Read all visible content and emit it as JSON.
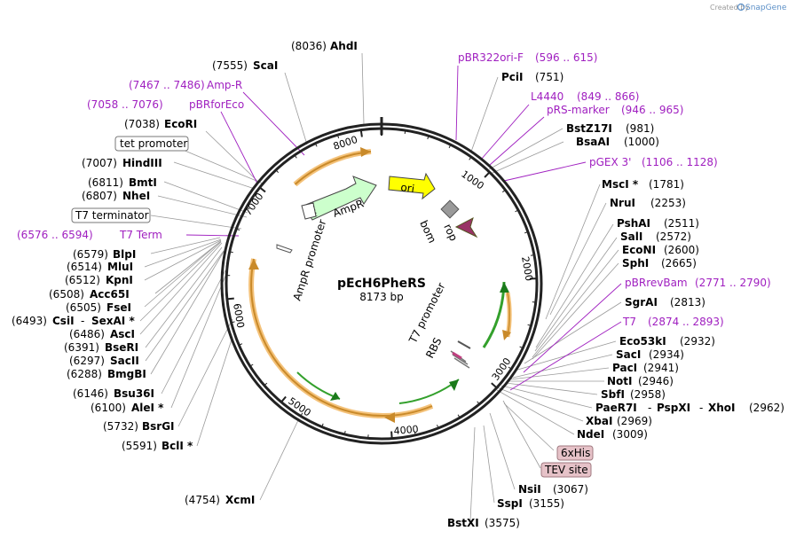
{
  "credit": {
    "prefix": "Created by",
    "brand": "SnapGene"
  },
  "plasmid": {
    "name": "pEcH6PheRS",
    "size": "8173 bp",
    "length": 8173
  },
  "ticks": [
    "1000",
    "2000",
    "3000",
    "4000",
    "5000",
    "6000",
    "7000",
    "8000"
  ],
  "features": [
    {
      "name": "ori",
      "color": "#ffff00"
    },
    {
      "name": "AmpR",
      "color": "#ccffcc"
    },
    {
      "name": "AmpR promoter",
      "color": "#ffffff"
    },
    {
      "name": "bom",
      "color": "#9a9a9a"
    },
    {
      "name": "rop",
      "color": "#993366"
    },
    {
      "name": "T7 promoter",
      "color": "#ffffff"
    },
    {
      "name": "RBS",
      "color": "#ffffff"
    }
  ],
  "labels": {
    "enzymes": [
      {
        "name": "AhdI",
        "pos": "(8036)"
      },
      {
        "name": "ScaI",
        "pos": "(7555)"
      },
      {
        "name": "EcoRI",
        "pos": "(7038)"
      },
      {
        "name": "HindIII",
        "pos": "(7007)"
      },
      {
        "name": "BmtI",
        "pos": "(6811)"
      },
      {
        "name": "NheI",
        "pos": "(6807)"
      },
      {
        "name": "BlpI",
        "pos": "(6579)"
      },
      {
        "name": "MluI",
        "pos": "(6514)"
      },
      {
        "name": "KpnI",
        "pos": "(6512)"
      },
      {
        "name": "Acc65I",
        "pos": "(6508)"
      },
      {
        "name": "FseI",
        "pos": "(6505)"
      },
      {
        "name": "CsiI",
        "pos": "(6493)",
        "extra": "SexAI *"
      },
      {
        "name": "AscI",
        "pos": "(6486)"
      },
      {
        "name": "BseRI",
        "pos": "(6391)"
      },
      {
        "name": "SacII",
        "pos": "(6297)"
      },
      {
        "name": "BmgBI",
        "pos": "(6288)"
      },
      {
        "name": "Bsu36I",
        "pos": "(6146)"
      },
      {
        "name": "AleI *",
        "pos": "(6100)"
      },
      {
        "name": "BsrGI",
        "pos": "(5732)"
      },
      {
        "name": "BclI *",
        "pos": "(5591)"
      },
      {
        "name": "XcmI",
        "pos": "(4754)"
      },
      {
        "name": "BstXI",
        "pos": "(3575)"
      },
      {
        "name": "SspI",
        "pos": "(3155)"
      },
      {
        "name": "NsiI",
        "pos": "(3067)"
      },
      {
        "name": "NdeI",
        "pos": "(3009)"
      },
      {
        "name": "XbaI",
        "pos": "(2969)"
      },
      {
        "name": "PaeR7I",
        "pos": "(2962)",
        "extra": "PspXI",
        "extra2": "XhoI"
      },
      {
        "name": "SbfI",
        "pos": "(2958)"
      },
      {
        "name": "NotI",
        "pos": "(2946)"
      },
      {
        "name": "PacI",
        "pos": "(2941)"
      },
      {
        "name": "SacI",
        "pos": "(2934)"
      },
      {
        "name": "Eco53kI",
        "pos": "(2932)"
      },
      {
        "name": "SgrAI",
        "pos": "(2813)"
      },
      {
        "name": "SphI",
        "pos": "(2665)"
      },
      {
        "name": "EcoNI",
        "pos": "(2600)"
      },
      {
        "name": "SalI",
        "pos": "(2572)"
      },
      {
        "name": "PshAI",
        "pos": "(2511)"
      },
      {
        "name": "NruI",
        "pos": "(2253)"
      },
      {
        "name": "MscI *",
        "pos": "(1781)"
      },
      {
        "name": "BsaAI",
        "pos": "(1000)"
      },
      {
        "name": "BstZ17I",
        "pos": "(981)"
      },
      {
        "name": "PciI",
        "pos": "(751)"
      }
    ],
    "primers": [
      {
        "name": "Amp-R",
        "pos": "(7467 .. 7486)"
      },
      {
        "name": "pBRforEco",
        "pos": "(7058 .. 7076)"
      },
      {
        "name": "T7 Term",
        "pos": "(6576 .. 6594)"
      },
      {
        "name": "pBR322ori-F",
        "pos": "(596 .. 615)"
      },
      {
        "name": "L4440",
        "pos": "(849 .. 866)"
      },
      {
        "name": "pRS-marker",
        "pos": "(946 .. 965)"
      },
      {
        "name": "pGEX 3'",
        "pos": "(1106 .. 1128)"
      },
      {
        "name": "pBRrevBam",
        "pos": "(2771 .. 2790)"
      },
      {
        "name": "T7",
        "pos": "(2874 .. 2893)"
      }
    ],
    "boxes": [
      {
        "name": "tet promoter"
      },
      {
        "name": "T7 terminator"
      },
      {
        "name": "6xHis"
      },
      {
        "name": "TEV site"
      }
    ]
  }
}
